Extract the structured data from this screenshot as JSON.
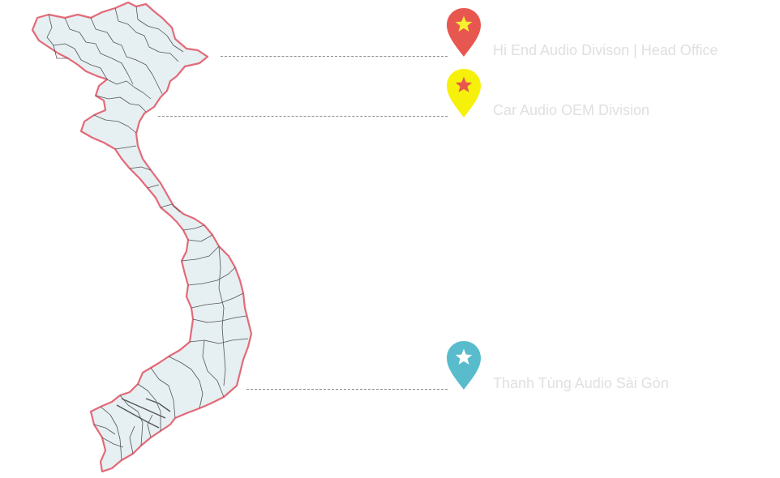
{
  "map": {
    "fill_color": "#e6eff2",
    "border_color": "#e36a78",
    "inner_line_color": "#555555"
  },
  "locations": [
    {
      "id": "hanoi",
      "name": "Hi End Audio Divison | Head Office",
      "pin_color": "#e8574f",
      "star_color": "#f8f12e",
      "icon": "star-map-pin-icon"
    },
    {
      "id": "haiphong",
      "name": "Car Audio OEM Division",
      "pin_color": "#f6f10a",
      "star_color": "#e8574f",
      "icon": "star-map-pin-icon"
    },
    {
      "id": "saigon",
      "name": "Thanh Tùng Audio Sài Gòn",
      "pin_color": "#58bccc",
      "star_color": "#ffffff",
      "icon": "star-map-pin-icon"
    }
  ]
}
